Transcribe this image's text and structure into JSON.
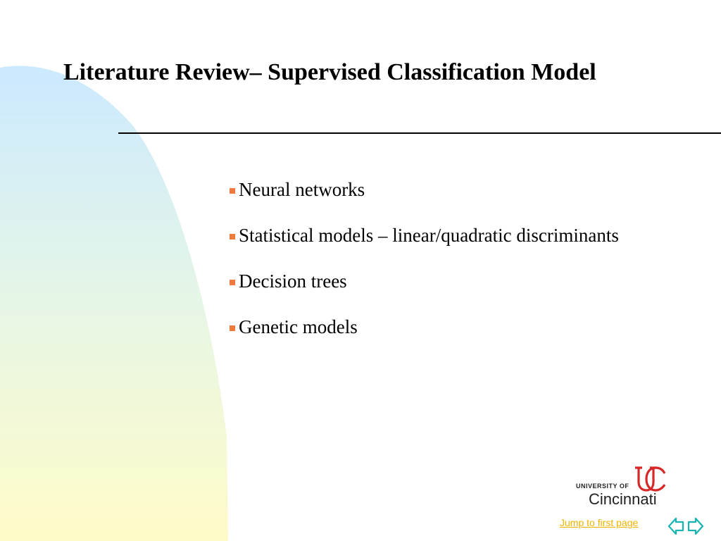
{
  "slide": {
    "title": "Literature Review– Supervised Classification Model",
    "bullets": [
      {
        "text": "Neural networks"
      },
      {
        "text": "Statistical models – linear/quadratic discriminants"
      },
      {
        "text": "Decision trees"
      },
      {
        "text": "Genetic models"
      }
    ]
  },
  "logo": {
    "small_text": "UNIVERSITY OF",
    "name": "Cincinnati",
    "mark_text": "UC"
  },
  "footer": {
    "jump_label": "Jump to first page",
    "nav_icon": "double-arrow-icon"
  },
  "colors": {
    "bullet": "#f07a3c",
    "link": "#f0b400",
    "nav": "#16b3b3",
    "logo_red": "#d62828",
    "gradient_top": "#cbe9ff",
    "gradient_bottom": "#fffbc8"
  }
}
